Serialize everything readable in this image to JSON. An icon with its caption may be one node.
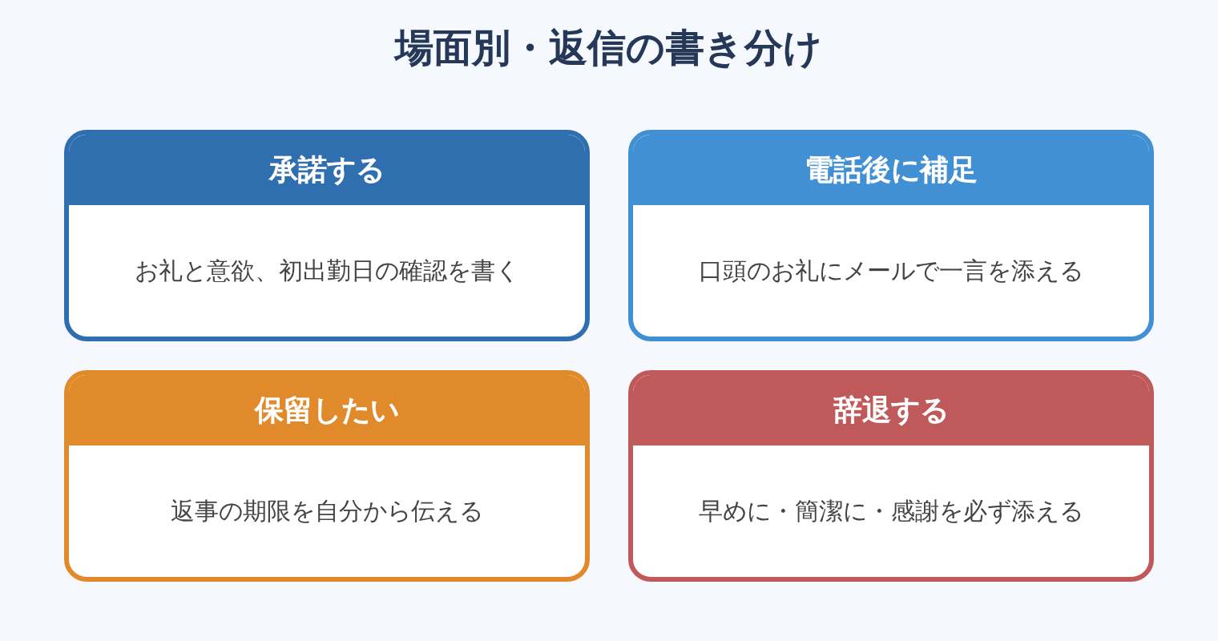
{
  "diagram": {
    "title": "場面別・返信の書き分け",
    "nodes": [
      {
        "text": [
          "承諾する",
          "お礼と意欲、初出勤日の確認を書く"
        ]
      },
      {
        "text": [
          "電話後に補足",
          "口頭のお礼にメールで一言を添える"
        ]
      },
      {
        "text": [
          "保留したい",
          "返事の期限を自分から伝える"
        ]
      },
      {
        "text": [
          "辞退する",
          "早めに・簡潔に・感謝を必ず添える"
        ]
      }
    ]
  }
}
